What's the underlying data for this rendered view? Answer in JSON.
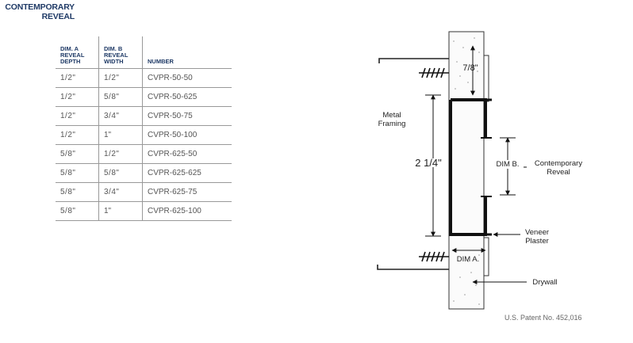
{
  "title": [
    "CONTEMPORARY",
    "REVEAL"
  ],
  "table": {
    "headers": [
      "DIM. A REVEAL DEPTH",
      "DIM. B REVEAL WIDTH",
      "NUMBER"
    ],
    "rows": [
      {
        "a": "1/2\"",
        "b": "1/2\"",
        "number": "CVPR-50-50"
      },
      {
        "a": "1/2\"",
        "b": "5/8\"",
        "number": "CVPR-50-625"
      },
      {
        "a": "1/2\"",
        "b": "3/4\"",
        "number": "CVPR-50-75"
      },
      {
        "a": "1/2\"",
        "b": "1\"",
        "number": "CVPR-50-100"
      },
      {
        "a": "5/8\"",
        "b": "1/2\"",
        "number": "CVPR-625-50"
      },
      {
        "a": "5/8\"",
        "b": "5/8\"",
        "number": "CVPR-625-625"
      },
      {
        "a": "5/8\"",
        "b": "3/4\"",
        "number": "CVPR-625-75"
      },
      {
        "a": "5/8\"",
        "b": "1\"",
        "number": "CVPR-625-100"
      }
    ]
  },
  "diagram": {
    "label_metal_framing": "Metal Framing",
    "label_dim_b": "DIM B.",
    "label_contemporary_reveal": "Contemporary Reveal",
    "label_veneer_plaster": "Veneer Plaster",
    "label_dim_a": "DIM A.",
    "label_drywall": "Drywall",
    "dim_height": "2 1/4\"",
    "dim_top": "7/8\""
  },
  "patent": "U.S. Patent No. 452,016",
  "colors": {
    "title": "#1f3a66",
    "line": "#999999",
    "ink": "#111111"
  }
}
